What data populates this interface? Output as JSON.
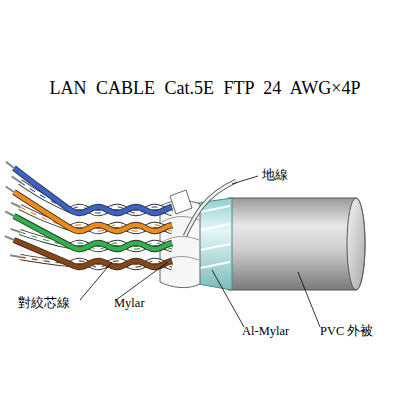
{
  "diagram": {
    "title": "LAN CABLE Cat.5E FTP 24 AWG×4P",
    "labels": [
      "地線",
      "對絞芯線",
      "Mylar",
      "Al-Mylar",
      "PVC 外被"
    ]
  }
}
